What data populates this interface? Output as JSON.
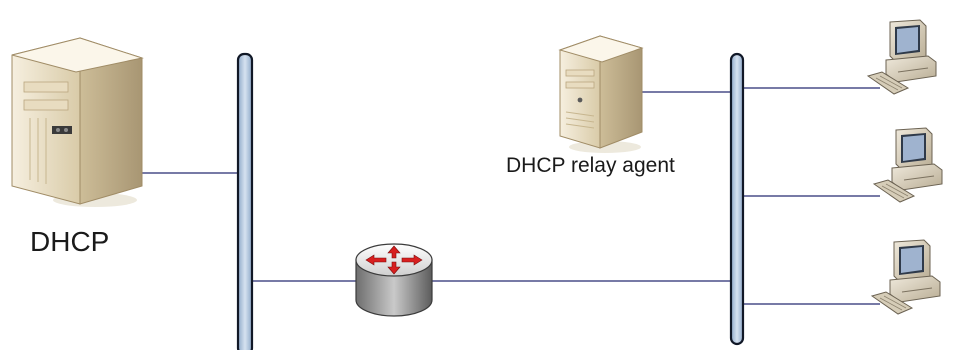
{
  "diagram": {
    "server_label": "DHCP",
    "relay_label": "DHCP relay agent"
  },
  "nodes": [
    {
      "id": "dhcp-server",
      "kind": "tower-server",
      "icon": "dhcp-server-icon"
    },
    {
      "id": "router",
      "kind": "router",
      "icon": "router-icon"
    },
    {
      "id": "relay-agent",
      "kind": "tower-server",
      "icon": "relay-agent-server-icon"
    },
    {
      "id": "client-1",
      "kind": "workstation",
      "icon": "client-computer-icon"
    },
    {
      "id": "client-2",
      "kind": "workstation",
      "icon": "client-computer-icon"
    },
    {
      "id": "client-3",
      "kind": "workstation",
      "icon": "client-computer-icon"
    }
  ],
  "segments": [
    {
      "id": "left-segment",
      "kind": "bus"
    },
    {
      "id": "right-segment",
      "kind": "bus"
    }
  ],
  "edges": [
    {
      "from": "dhcp-server",
      "to": "left-segment"
    },
    {
      "from": "left-segment",
      "to": "router"
    },
    {
      "from": "router",
      "to": "right-segment"
    },
    {
      "from": "relay-agent",
      "to": "right-segment"
    },
    {
      "from": "right-segment",
      "to": "client-1"
    },
    {
      "from": "right-segment",
      "to": "client-2"
    },
    {
      "from": "right-segment",
      "to": "client-3"
    }
  ],
  "colors": {
    "bus_fill": "#b9cce2",
    "bus_outline": "#111827",
    "link_line": "#4a4f88",
    "server_body": "#ede3cc",
    "server_shadow": "#c9b995",
    "router_top": "#d81f1f",
    "router_side": "#8a8a8a",
    "computer_body": "#d9d0bd",
    "screen": "#9fb3cf"
  }
}
